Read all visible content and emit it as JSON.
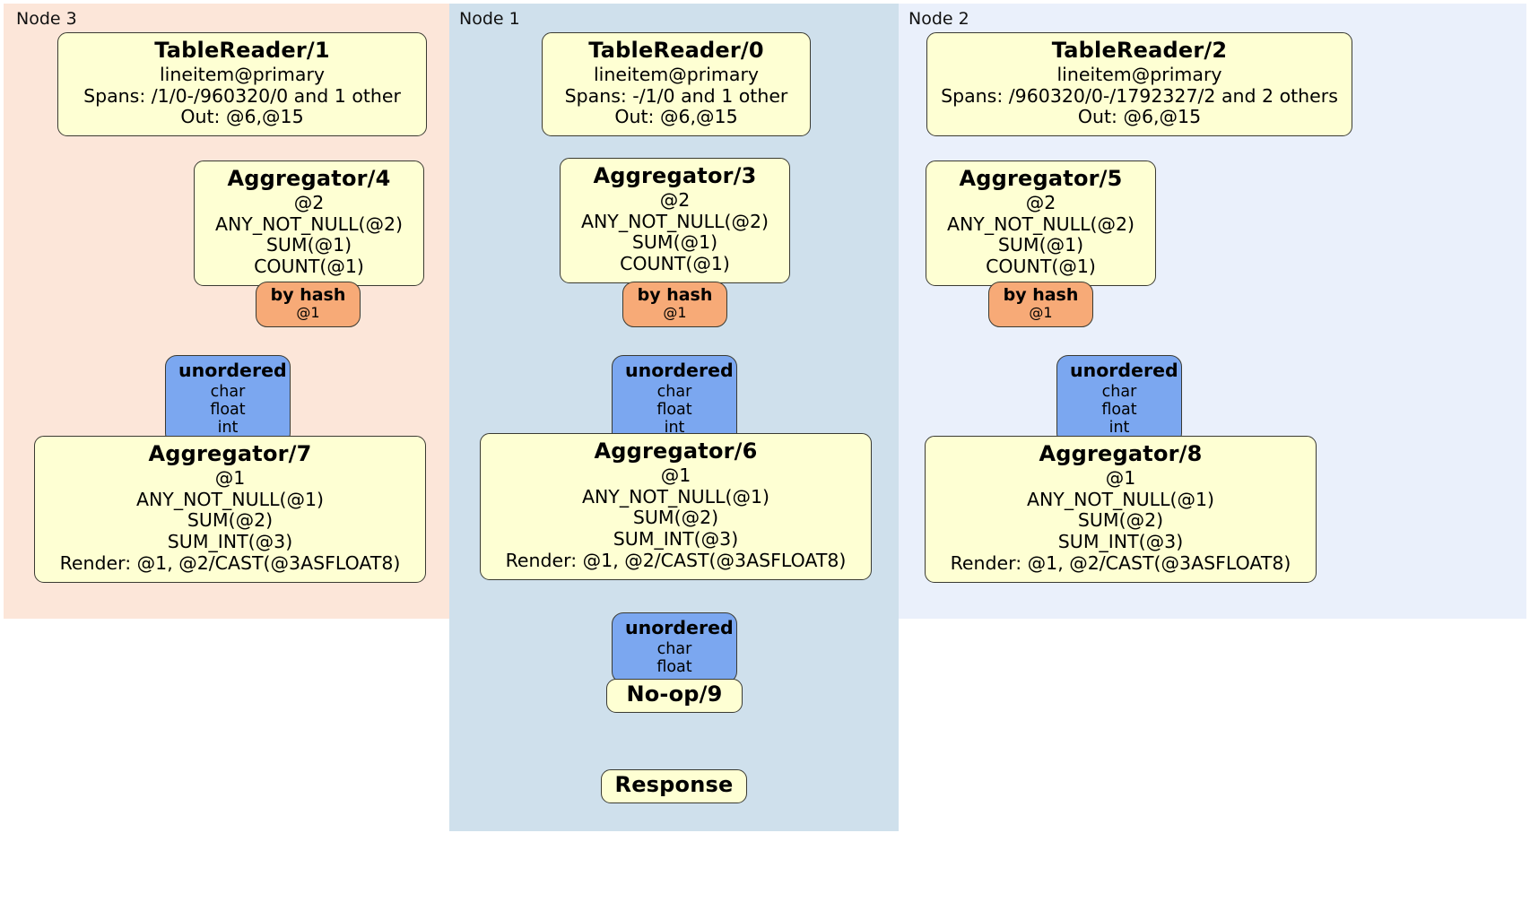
{
  "diagram": {
    "kind": "distributed-query-plan",
    "colors": {
      "processor_fill": "#feffd3",
      "router_fill": "#f7aa77",
      "inbox_fill": "#7ba7f0",
      "node3_panel": "#fce6d9",
      "node1_panel": "#cfe0ec",
      "node2_panel": "#eaf0fb",
      "edge": "#4a4a4a",
      "border": "#3a3a32"
    }
  },
  "panels": [
    {
      "id": "node3",
      "label": "Node 3"
    },
    {
      "id": "node1",
      "label": "Node 1"
    },
    {
      "id": "node2",
      "label": "Node 2"
    }
  ],
  "processors": {
    "table_reader_1": {
      "title": "TableReader/1",
      "lines": [
        "lineitem@primary",
        "Spans: /1/0-/960320/0 and 1 other",
        "Out: @6,@15"
      ]
    },
    "table_reader_0": {
      "title": "TableReader/0",
      "lines": [
        "lineitem@primary",
        "Spans: -/1/0 and 1 other",
        "Out: @6,@15"
      ]
    },
    "table_reader_2": {
      "title": "TableReader/2",
      "lines": [
        "lineitem@primary",
        "Spans: /960320/0-/1792327/2 and 2 others",
        "Out: @6,@15"
      ]
    },
    "aggregator_4": {
      "title": "Aggregator/4",
      "lines": [
        "@2",
        "ANY_NOT_NULL(@2)",
        "SUM(@1)",
        "COUNT(@1)"
      ]
    },
    "aggregator_3": {
      "title": "Aggregator/3",
      "lines": [
        "@2",
        "ANY_NOT_NULL(@2)",
        "SUM(@1)",
        "COUNT(@1)"
      ]
    },
    "aggregator_5": {
      "title": "Aggregator/5",
      "lines": [
        "@2",
        "ANY_NOT_NULL(@2)",
        "SUM(@1)",
        "COUNT(@1)"
      ]
    },
    "aggregator_7": {
      "title": "Aggregator/7",
      "lines": [
        "@1",
        "ANY_NOT_NULL(@1)",
        "SUM(@2)",
        "SUM_INT(@3)",
        "Render: @1, @2/CAST(@3ASFLOAT8)"
      ]
    },
    "aggregator_6": {
      "title": "Aggregator/6",
      "lines": [
        "@1",
        "ANY_NOT_NULL(@1)",
        "SUM(@2)",
        "SUM_INT(@3)",
        "Render: @1, @2/CAST(@3ASFLOAT8)"
      ]
    },
    "aggregator_8": {
      "title": "Aggregator/8",
      "lines": [
        "@1",
        "ANY_NOT_NULL(@1)",
        "SUM(@2)",
        "SUM_INT(@3)",
        "Render: @1, @2/CAST(@3ASFLOAT8)"
      ]
    },
    "noop_9": {
      "title": "No-op/9",
      "lines": []
    },
    "response": {
      "title": "Response",
      "lines": []
    }
  },
  "routers": {
    "by_hash_left": {
      "title": "by hash",
      "lines": [
        "@1"
      ]
    },
    "by_hash_center": {
      "title": "by hash",
      "lines": [
        "@1"
      ]
    },
    "by_hash_right": {
      "title": "by hash",
      "lines": [
        "@1"
      ]
    }
  },
  "inboxes": {
    "unordered_left": {
      "title": "unordered",
      "lines": [
        "char",
        "float",
        "int"
      ]
    },
    "unordered_center": {
      "title": "unordered",
      "lines": [
        "char",
        "float",
        "int"
      ]
    },
    "unordered_right": {
      "title": "unordered",
      "lines": [
        "char",
        "float",
        "int"
      ]
    },
    "unordered_final": {
      "title": "unordered",
      "lines": [
        "char",
        "float"
      ]
    }
  }
}
